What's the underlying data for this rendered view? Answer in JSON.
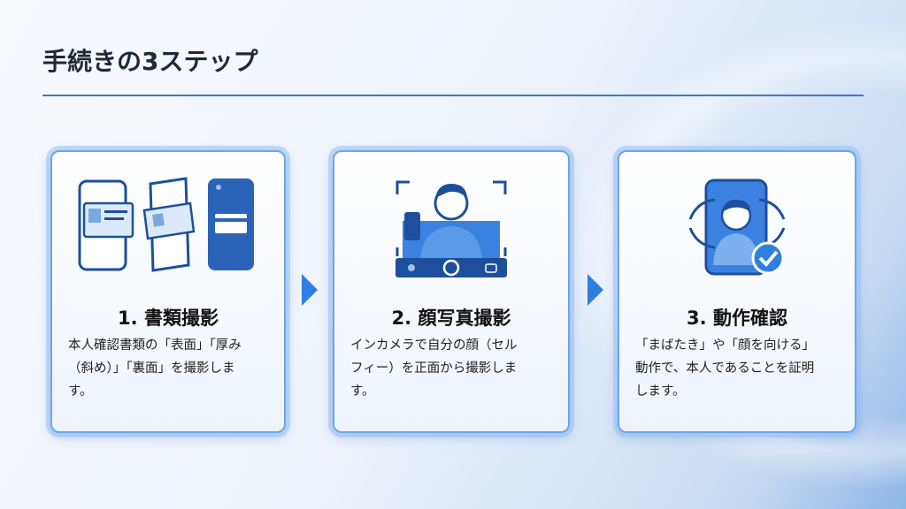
{
  "title": "手続きの3ステップ",
  "steps": [
    {
      "heading": "1. 書類撮影",
      "lines": [
        "本人確認書類の「表面」「厚み",
        "（斜め）」「裏面」を撮影しま",
        "す。"
      ],
      "icon": "id-card-phones-icon"
    },
    {
      "heading": "2. 顔写真撮影",
      "lines": [
        "インカメラで自分の顔（セル",
        "フィー）を正面から撮影しま",
        "す。"
      ],
      "icon": "selfie-camera-icon"
    },
    {
      "heading": "3. 動作確認",
      "lines": [
        "「まばたき」や「顔を向ける」",
        "動作で、本人であることを証明",
        "します。"
      ],
      "icon": "face-verify-check-icon"
    }
  ],
  "colors": {
    "accent": "#2f7fe0",
    "rule": "#3f78c8",
    "dark": "#1e4f9c"
  }
}
